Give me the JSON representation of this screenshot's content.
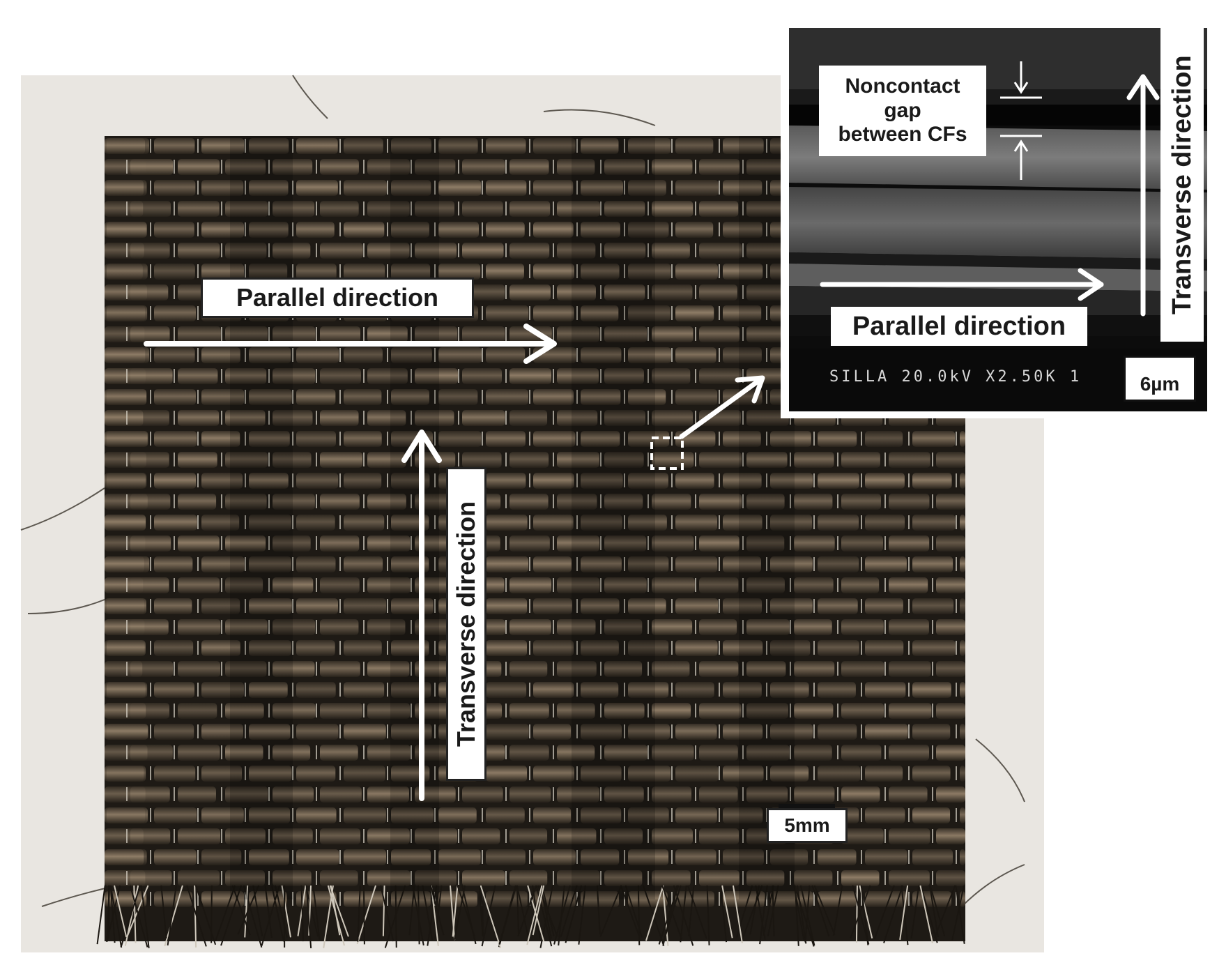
{
  "photo": {
    "parallel_label": "Parallel direction",
    "transverse_label": "Transverse direction",
    "scale_bar": "5mm"
  },
  "sem_inset": {
    "gap_label_lines": [
      "Noncontact",
      "gap",
      "between CFs"
    ],
    "parallel_label": "Parallel direction",
    "transverse_label": "Transverse direction",
    "footer": "SILLA 20.0kV X2.50K 1",
    "scale_bar": "6µm"
  },
  "colors": {
    "background": "#ffffff",
    "photo_backdrop": "#e9e6e1",
    "fabric_dark": "#2a241c",
    "fabric_light": "#8e7c66",
    "sem_dark": "#0c0c0c",
    "sem_gray": "#6c6c6c",
    "arrow": "#ffffff"
  }
}
